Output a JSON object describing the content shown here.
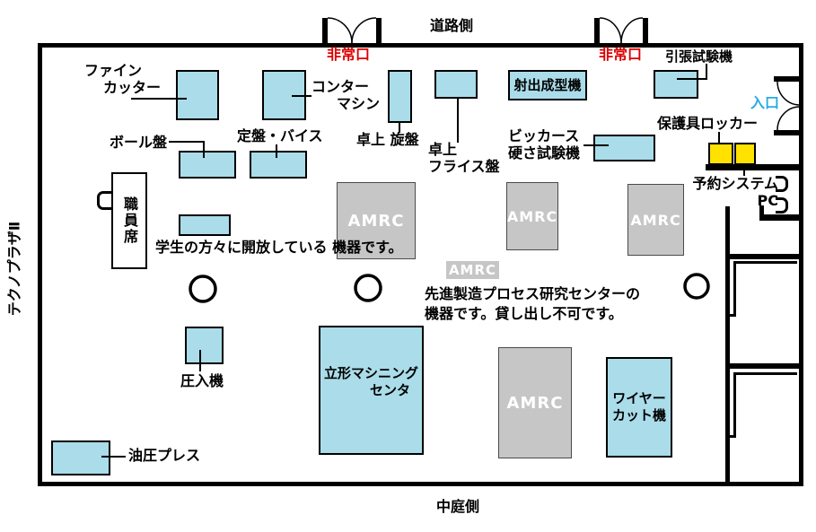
{
  "surroundings": {
    "road_side": "道路側",
    "courtyard_side": "中庭側",
    "building_left": "テクノプラザⅡ"
  },
  "doors": {
    "emergency_exit": "非常口",
    "entrance": "入口"
  },
  "labels": {
    "fine_cutter_1": "ファイン",
    "fine_cutter_2": "カッター",
    "contour_1": "コンター",
    "contour_2": "マシン",
    "drill_press": "ボール盤",
    "surface_plate_vise": "定盤・バイス",
    "bench_lathe": "卓上 旋盤",
    "bench_mill_1": "卓上",
    "bench_mill_2": "フライス盤",
    "injection_molding": "射出成型機",
    "tensile_tester": "引張試験機",
    "vickers_1": "ビッカース",
    "vickers_2": "硬さ試験機",
    "protective_locker": "保護具ロッカー",
    "reservation_1": "予約システム",
    "reservation_2": "PC",
    "staff_seat": "職員席",
    "press_fit": "圧入機",
    "vmc_1": "立形マシニング",
    "vmc_2": "センタ",
    "hydraulic_press": "油圧プレス",
    "wire_cut_1": "ワイヤー",
    "wire_cut_2": "カット機",
    "amrc": "AMRC"
  },
  "legend": {
    "student_note": "学生の方々に開放している 機器です。",
    "amrc_note_1": "先進製造プロセス研究センターの",
    "amrc_note_2": "機器です。貸し出し不可です。"
  },
  "colors": {
    "machine_blue": "#aadce9",
    "amrc_gray": "#c6c6c6",
    "locker_yellow": "#ffe200",
    "emergency_red": "#dd0000",
    "entrance_blue": "#29abe2"
  }
}
